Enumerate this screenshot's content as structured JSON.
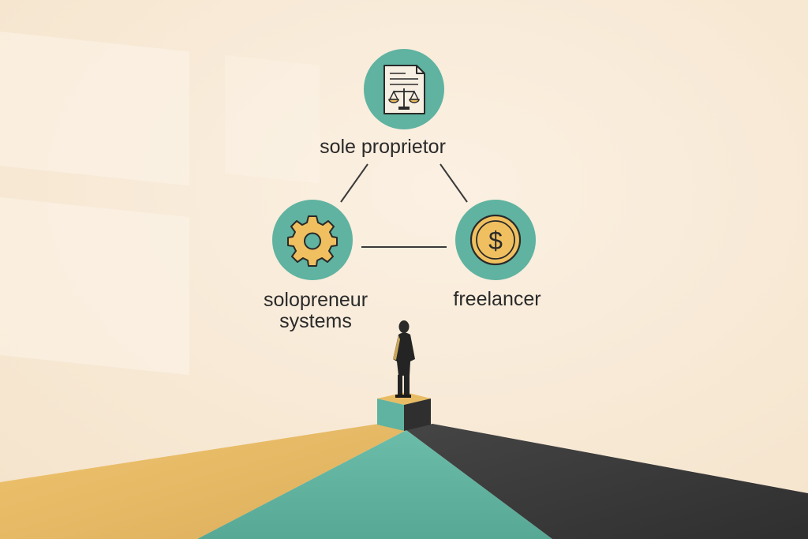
{
  "diagram": {
    "nodes": [
      {
        "id": "top",
        "icon": "legal-document-scale-icon",
        "label_lines": [
          "sole proprietor"
        ]
      },
      {
        "id": "left",
        "icon": "gear-icon",
        "label_lines": [
          "solopreneur",
          "systems"
        ]
      },
      {
        "id": "right",
        "icon": "dollar-coin-icon",
        "label_lines": [
          "freelancer"
        ]
      }
    ],
    "edges": [
      {
        "from": "top",
        "to": "left"
      },
      {
        "from": "top",
        "to": "right"
      },
      {
        "from": "left",
        "to": "right"
      }
    ]
  },
  "colors": {
    "background": "#f9ecdc",
    "node_fill": "#5fb3a0",
    "accent_gold": "#f0c060",
    "dark_path": "#3a3a3a",
    "line": "#3a3a3a"
  }
}
